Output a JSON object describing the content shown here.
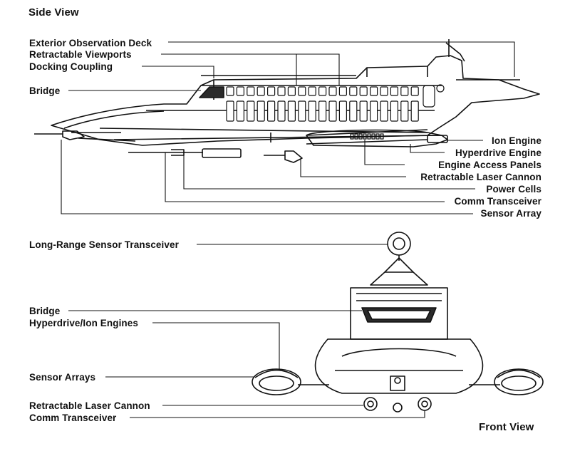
{
  "side_view": {
    "title": "Side View",
    "labels_left": {
      "observation_deck": "Exterior Observation Deck",
      "viewports": "Retractable Viewports",
      "docking": "Docking Coupling",
      "bridge": "Bridge"
    },
    "labels_right": {
      "ion_engine": "Ion Engine",
      "hyperdrive_engine": "Hyperdrive Engine",
      "access_panels": "Engine Access Panels",
      "laser_cannon": "Retractable Laser Cannon",
      "power_cells": "Power Cells",
      "comm": "Comm Transceiver",
      "sensor": "Sensor Array"
    }
  },
  "front_view": {
    "title": "Front View",
    "labels_left": {
      "long_range": "Long-Range Sensor Transceiver",
      "bridge": "Bridge",
      "engines": "Hyperdrive/Ion Engines",
      "sensor_arrays": "Sensor Arrays",
      "laser_cannon": "Retractable Laser Cannon",
      "comm": "Comm Transceiver"
    }
  },
  "colors": {
    "ink": "#111111",
    "window_fill": "#ffffff",
    "dark": "#2a2a2a"
  }
}
